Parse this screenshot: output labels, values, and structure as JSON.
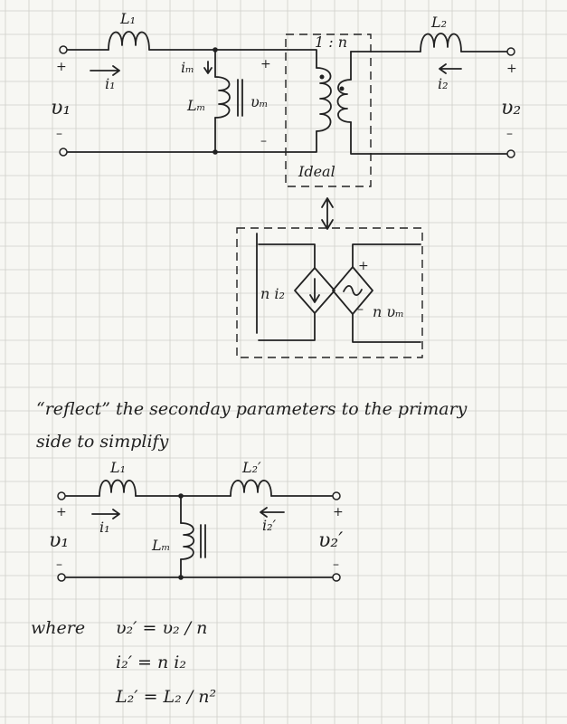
{
  "top_circuit": {
    "l1": "L₁",
    "l2": "L₂",
    "lm": "Lₘ",
    "im": "iₘ",
    "i1": "i₁",
    "i2": "i₂",
    "v1": "υ₁",
    "v2": "υ₂",
    "vm": "υₘ",
    "ratio": "1 : n",
    "ideal": "Ideal",
    "plus": "+",
    "minus": "–"
  },
  "equivalent": {
    "left_source": "n i₂",
    "right_source": "n υₘ",
    "plus": "+",
    "minus": "–"
  },
  "note": {
    "line1": "“reflect” the seconday parameters to the primary",
    "line2": "side to simplify"
  },
  "bottom_circuit": {
    "l1": "L₁",
    "l2p": "L₂′",
    "lm": "Lₘ",
    "i1": "i₁",
    "i2p": "i₂′",
    "v1": "υ₁",
    "v2p": "υ₂′",
    "plus": "+",
    "minus": "–"
  },
  "equations": {
    "where": "where",
    "eq1": "υ₂′ = υ₂ / n",
    "eq2": "i₂′ = n i₂",
    "eq3": "L₂′ = L₂ / n²"
  }
}
